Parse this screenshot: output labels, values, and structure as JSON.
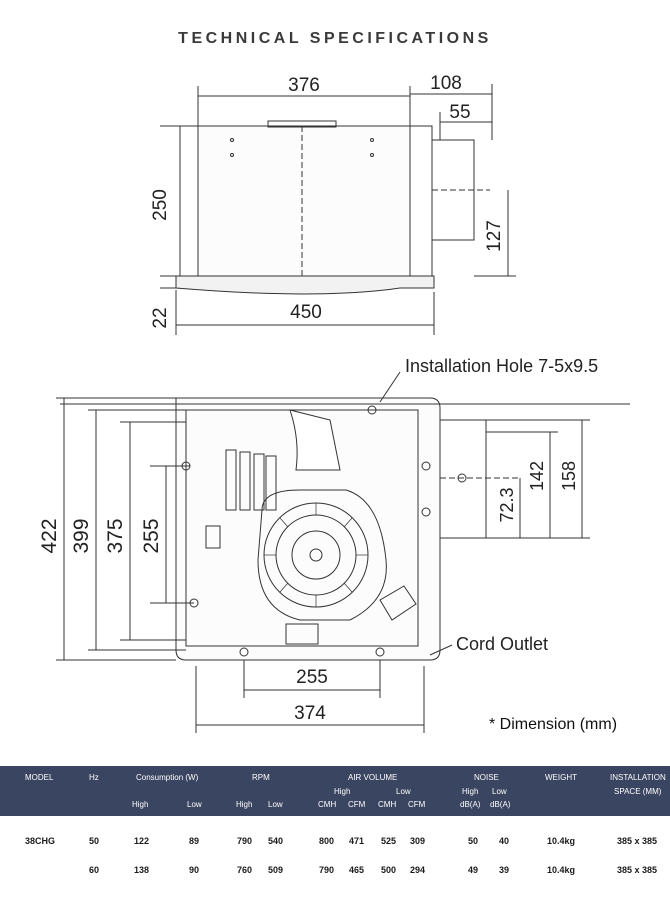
{
  "title": "TECHNICAL SPECIFICATIONS",
  "side_view": {
    "width_top": "376",
    "outlet_depth": "108",
    "outlet_inner": "55",
    "height": "250",
    "outlet_height": "127",
    "flange_height": "22",
    "width_bottom": "450"
  },
  "plan_view": {
    "installation_hole": "Installation Hole 7-5x9.5",
    "height_outer": "422",
    "height_2": "399",
    "height_3": "375",
    "height_inner": "255",
    "outlet_1": "72.3",
    "outlet_2": "142",
    "outlet_3": "158",
    "cord_outlet": "Cord Outlet",
    "width_inner": "255",
    "width_outer": "374"
  },
  "dimension_note": "* Dimension (mm)",
  "table": {
    "headers": {
      "model": "MODEL",
      "hz": "Hz",
      "consumption": "Consumption (W)",
      "rpm": "RPM",
      "air_volume": "AIR VOLUME",
      "noise": "NOISE",
      "weight": "WEIGHT",
      "installation_1": "INSTALLATION",
      "installation_2": "SPACE (MM)",
      "high": "High",
      "low": "Low",
      "cmh": "CMH",
      "cfm": "CFM",
      "dba": "dB(A)"
    },
    "rows": [
      {
        "model": "38CHG",
        "hz": "50",
        "cons_high": "122",
        "cons_low": "89",
        "rpm_high": "790",
        "rpm_low": "540",
        "av_high_cmh": "800",
        "av_high_cfm": "471",
        "av_low_cmh": "525",
        "av_low_cfm": "309",
        "noise_high": "50",
        "noise_low": "40",
        "weight": "10.4kg",
        "space": "385 x 385"
      },
      {
        "model": "",
        "hz": "60",
        "cons_high": "138",
        "cons_low": "90",
        "rpm_high": "760",
        "rpm_low": "509",
        "av_high_cmh": "790",
        "av_high_cfm": "465",
        "av_low_cmh": "500",
        "av_low_cfm": "294",
        "noise_high": "49",
        "noise_low": "39",
        "weight": "10.4kg",
        "space": "385 x 385"
      }
    ]
  }
}
